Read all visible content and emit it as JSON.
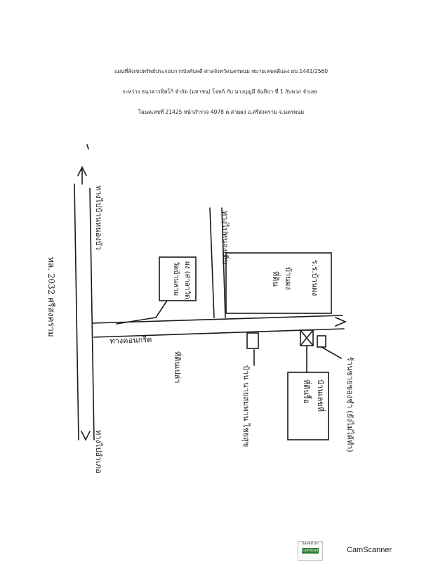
{
  "header": {
    "line1": "แผนที่สังเขปทรัพย์ประกอบการบังคับคดี ศาลจังหวัดนครพนม หมายเลขคดีแดง ผบ.1441/2560",
    "line2": "ระหว่าง ธนาคารทิสโก้ จำกัด (มหาชน) โจทก์ กับ นางบุญมี จันทิปา ที่ 1 กับพวก จำเลย",
    "line3": "โฉนดเลขที่ 21425 หน้าสำรวจ 4078 ต.สามผง อ.ศรีสงคราม จ.นครพนม"
  },
  "map": {
    "road_left_top": "ทางไปบ้านหนองบัว",
    "road_left_bottom": "ทางไปอำเภอ",
    "road_left_number": "ทล. 2032 ศรีสงคราม",
    "road_cross": "ทางคอนกรีต",
    "road_mid": "ทางไปหนองเดิ่น",
    "box_left": [
      "วัดบ้านสาม",
      "ผง (ศาลาวัด)"
    ],
    "box_right": [
      "ที่ดิน",
      "บ้านผง",
      "ร.ร.บ้านผง"
    ],
    "label_below_road": "ที่ดินเปล่า",
    "label_house": "บ้าน นายสมพาน ไชยสุข",
    "label_property": [
      "ที่ดินรื้อ",
      "บ้านเลขที่"
    ],
    "label_right_note": [
      "ร้านขายของชำ (ยังไม่ได้ทำ)"
    ]
  },
  "footer": {
    "badge_top": "Saved on",
    "badge_logo": "CamScanner",
    "brand": "CamScanner"
  }
}
